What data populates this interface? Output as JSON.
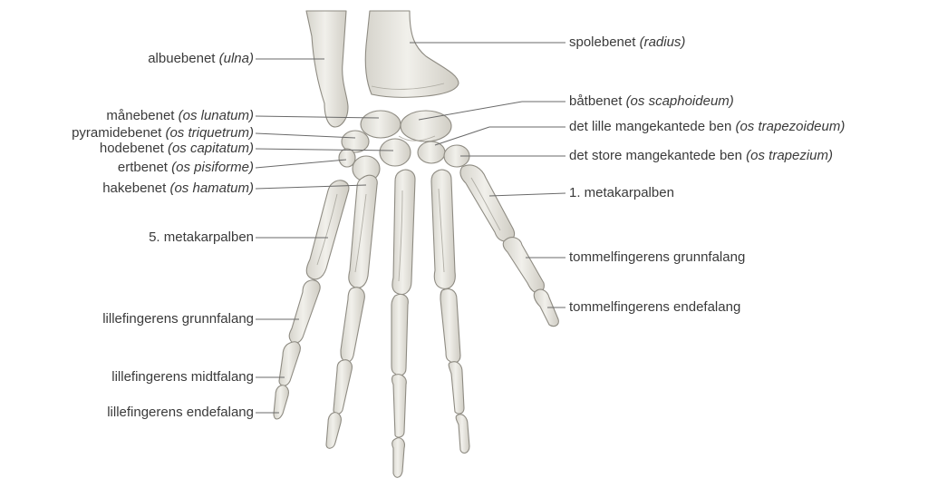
{
  "colors": {
    "bone_fill": "#ecebe6",
    "bone_shade": "#c9c7bf",
    "bone_outline": "#8e8b82",
    "leader": "#6a6a6a",
    "text": "#3a3a3a"
  },
  "labels": {
    "ulna": {
      "name": "albuebenet",
      "latin": "(ulna)"
    },
    "radius": {
      "name": "spolebenet",
      "latin": "(radius)"
    },
    "lunate": {
      "name": "månebenet",
      "latin": "(os lunatum)"
    },
    "scaphoid": {
      "name": "båtbenet",
      "latin": "(os scaphoideum)"
    },
    "triquetrum": {
      "name": "pyramidebenet",
      "latin": "(os triquetrum)"
    },
    "trapezoid": {
      "name": "det lille mangekantede ben",
      "latin": "(os trapezoideum)"
    },
    "capitate": {
      "name": "hodebenet",
      "latin": "(os capitatum)"
    },
    "trapezium": {
      "name": "det store mangekantede ben",
      "latin": "(os trapezium)"
    },
    "pisiform": {
      "name": "ertbenet",
      "latin": "(os pisiforme)"
    },
    "hamate": {
      "name": "hakebenet",
      "latin": "(os hamatum)"
    },
    "metacarpal1": {
      "name": "1. metakarpalben",
      "latin": ""
    },
    "metacarpal5": {
      "name": "5. metakarpalben",
      "latin": ""
    },
    "thumb_proximal": {
      "name": "tommelfingerens grunnfalang",
      "latin": ""
    },
    "thumb_distal": {
      "name": "tommelfingerens endefalang",
      "latin": ""
    },
    "little_proximal": {
      "name": "lillefingerens grunnfalang",
      "latin": ""
    },
    "little_middle": {
      "name": "lillefingerens midtfalang",
      "latin": ""
    },
    "little_distal": {
      "name": "lillefingerens endefalang",
      "latin": ""
    }
  }
}
